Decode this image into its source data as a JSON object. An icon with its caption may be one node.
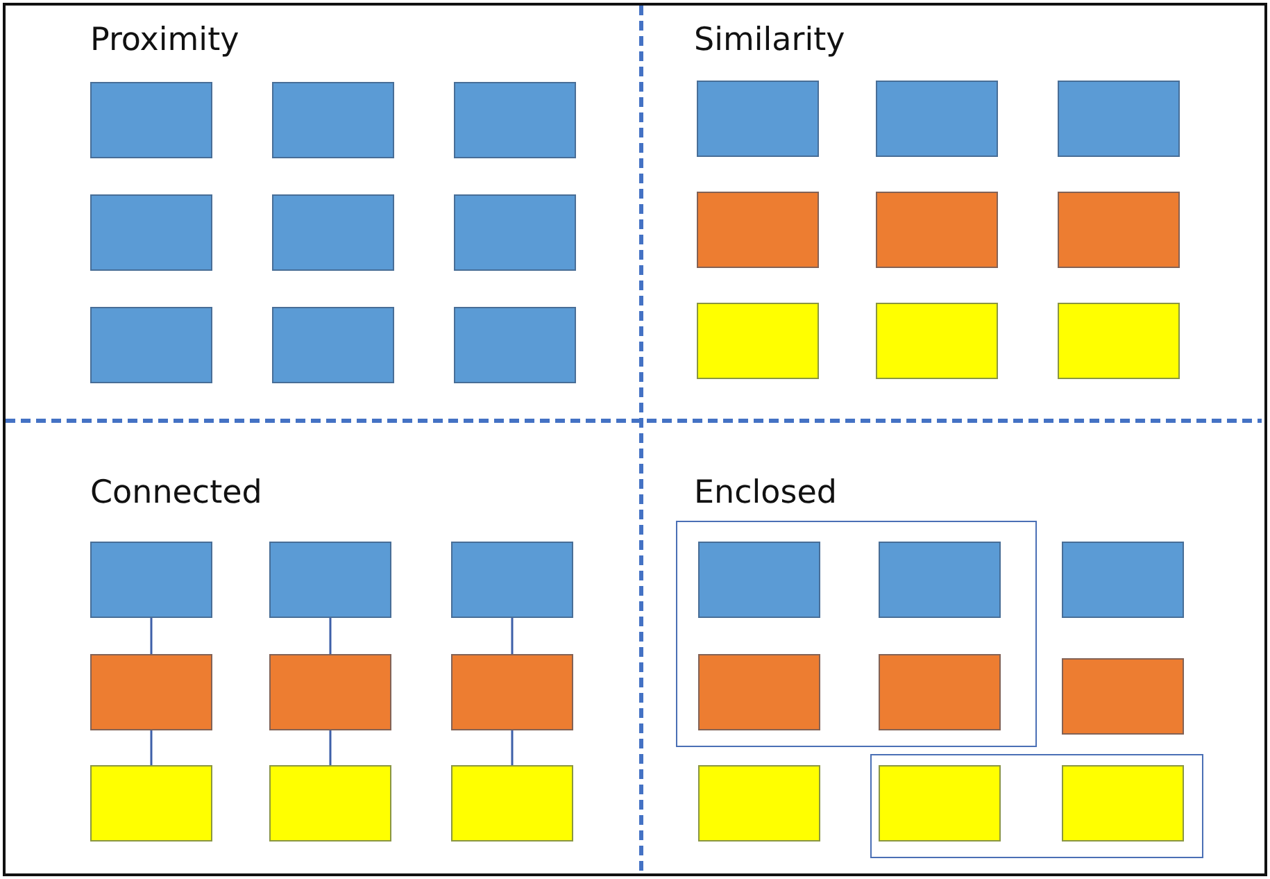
{
  "diagram": {
    "nodes": [
      {
        "text": [],
        "shape": "box"
      },
      {
        "text": [],
        "shape": "box"
      },
      {
        "text": [],
        "shape": "box"
      },
      {
        "text": [],
        "shape": "box"
      },
      {
        "text": [],
        "shape": "box"
      },
      {
        "text": [],
        "shape": "box"
      },
      {
        "text": [],
        "shape": "box"
      },
      {
        "text": [],
        "shape": "box"
      },
      {
        "text": [],
        "shape": "box"
      },
      {
        "text": [],
        "shape": "box"
      },
      {
        "text": [],
        "shape": "box"
      },
      {
        "text": [],
        "shape": "box"
      },
      {
        "text": [],
        "shape": "box"
      },
      {
        "text": [],
        "shape": "box"
      },
      {
        "text": [],
        "shape": "box"
      },
      {
        "text": [],
        "shape": "box"
      },
      {
        "text": [],
        "shape": "box"
      },
      {
        "text": [],
        "shape": "box"
      },
      {
        "text": [],
        "shape": "box"
      },
      {
        "text": [],
        "shape": "box"
      },
      {
        "text": [],
        "shape": "box"
      },
      {
        "text": [],
        "shape": "box"
      },
      {
        "text": [],
        "shape": "box"
      },
      {
        "text": [],
        "shape": "box"
      },
      {
        "text": [],
        "shape": "box"
      },
      {
        "text": [],
        "shape": "box"
      },
      {
        "text": [],
        "shape": "box"
      },
      {
        "text": [],
        "shape": "box"
      },
      {
        "text": [],
        "shape": "box",
        "in": 27
      },
      {
        "text": [],
        "shape": "box",
        "in": 27
      },
      {
        "text": [],
        "shape": "box"
      },
      {
        "text": [],
        "shape": "box",
        "in": 27
      },
      {
        "text": [],
        "shape": "box",
        "in": 27
      },
      {
        "text": [],
        "shape": "box"
      },
      {
        "text": [],
        "shape": "box"
      },
      {
        "text": [],
        "shape": "box"
      },
      {
        "text": [],
        "shape": "box",
        "in": 35
      },
      {
        "text": [],
        "shape": "box",
        "in": 35
      }
    ],
    "edges": [
      {
        "from": 18,
        "to": 21,
        "arrow": "none"
      },
      {
        "from": 21,
        "to": 24,
        "arrow": "none"
      },
      {
        "from": 19,
        "to": 22,
        "arrow": "none"
      },
      {
        "from": 22,
        "to": 25,
        "arrow": "none"
      },
      {
        "from": 20,
        "to": 23,
        "arrow": "none"
      },
      {
        "from": 23,
        "to": 26,
        "arrow": "none"
      }
    ],
    "labels": [
      "Proximity",
      "Similarity",
      "Connected",
      "Enclosed"
    ]
  }
}
